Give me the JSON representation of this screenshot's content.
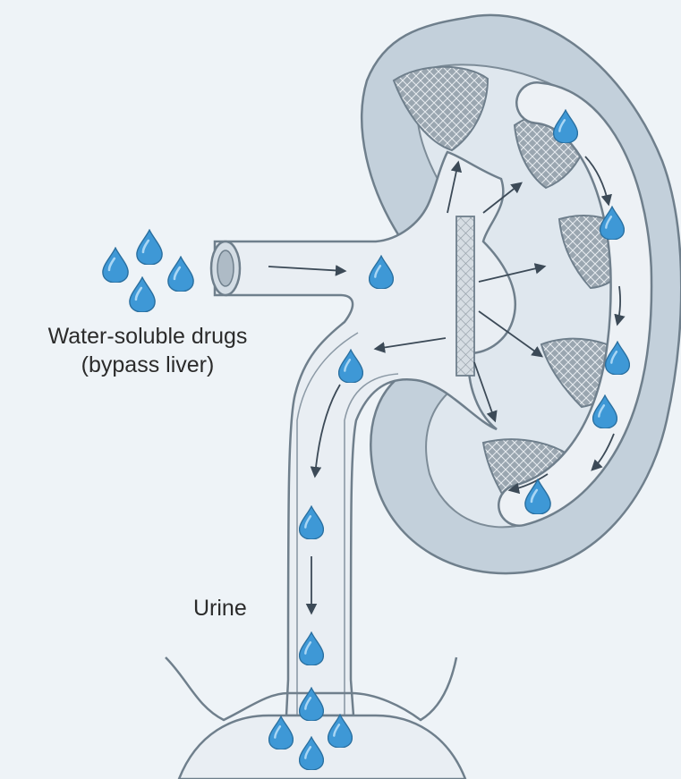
{
  "labels": {
    "drugs_line1": "Water-soluble drugs",
    "drugs_line2": "(bypass liver)",
    "urine": "Urine"
  },
  "icons": {
    "drop": "water-drop-icon",
    "arrow": "flow-arrow-icon"
  },
  "colors": {
    "background": "#eef3f7",
    "kidney_outer": "#c3d0db",
    "kidney_stroke": "#6f7f8c",
    "channel_fill": "#e9eef3",
    "pyramid_fill": "#d6dde3",
    "pyramid_hatch": "#8f9aa3",
    "drop_fill": "#3e98d6",
    "drop_highlight": "#9fd0f2",
    "arrow": "#3c4a57",
    "text": "#2b2b2b"
  }
}
